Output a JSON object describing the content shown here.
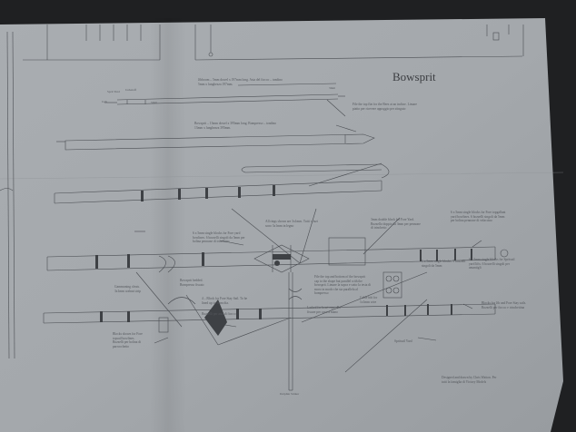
{
  "sheet": {
    "title": "Bowsprit",
    "paper_color": "#a4a8ac",
    "line_color": "#4a4d52",
    "background": "#1f2022"
  },
  "notes": {
    "sprit_yard_1": "Sprit Yard",
    "sprit_yard_2": "Jackstaff",
    "sprit_yard_3": "Jack",
    "jackstaff_dims": "Jibboom – 5mm dowel x 197mm long. Asta del fiocco – tondino 5mm x lunghezza 197mm.",
    "bowsprit_dims": "Bowsprit – 13mm dowel x 395mm long. Bompresso – tondino 13mm x lunghezza 395mm.",
    "fit_top_flat": "File the top flat for the Bees at an incline. Limare piatto per ricevere appoggio per stinguio",
    "cleat_right": "6 x 5mm single blocks for Fore topgallant yard bowlines. 6 bozzelli singoli da 5mm per bolina pennone di velaccino",
    "cleat_left": "6 x 5mm single blocks for Fore yard bowlines. 6 bozzelli singoli da 5mm per bolina pennone di trinchetto",
    "all_rings": "All rings shown are 3x1mm. Tutti i rizzi sono 3x1mm in legno",
    "double_block": "3mm double block for Fore Yard. Bozzello doppio da 3mm per pennone di trinchetto",
    "single_blocks_5": "5 x 5mm single blocks. 5 bozzelli singoli da 5mm",
    "single_blocks_right": "6 x 5mm single blocks for Spritsail yard lifts. 6 bozzelli singoli per amantigli",
    "bowsprit_bedded": "Bowsprit bedded. Bompresso fissato",
    "gammoning": "Gammoning cleats. 3x1mm walnut strip",
    "cable_note": "Cable bitt for 1x1mm wire",
    "file_top_bottom": "File the top and bottom of the bowsprit cap to the shape but parallel with the bowsprit. Limare la sopra e sotto la testa di moro in modo che sia parallela al bompresso",
    "spritsail_block": "4 – Block for Fore Stay Sail. To be lined up to 3mm dia.",
    "block_it": "Bozzelli per asta di fiocco",
    "lashed_bitts": "Lashed for heart rope. Da fissare per cavo a mano",
    "spritsail_yard_label": "Spritsail Yard",
    "dolphin_striker": "Dolphin Striker",
    "tiny_arrow_note": "Blocks shown for Fore topsail bowlines. Bozzelli per bolina di parrocchetto",
    "bottom_right": "Blocks for Jib and Fore Stay sails. Bozzelli per fiocco e trinchettina",
    "credit": "Designed and drawn by Chris Watton. Per tutti la famiglia di Victory Models",
    "left_label": "3mm",
    "dim_label": "5mm"
  }
}
